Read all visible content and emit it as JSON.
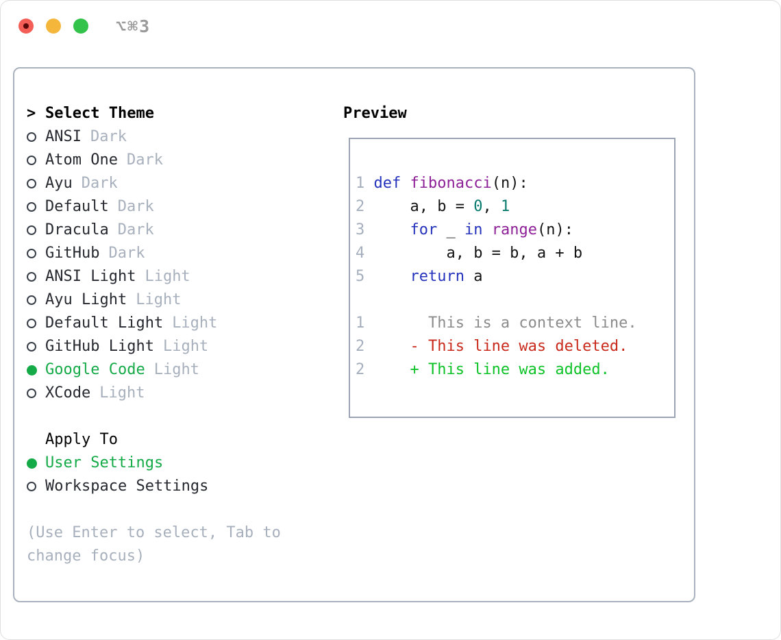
{
  "window": {
    "title": "⌥⌘3",
    "traffic_lights": [
      "close",
      "minimize",
      "zoom"
    ]
  },
  "theme_picker": {
    "header": {
      "marker": ">",
      "label": "Select Theme"
    },
    "themes": [
      {
        "name": "ANSI",
        "variant": "Dark",
        "selected": false
      },
      {
        "name": "Atom One",
        "variant": "Dark",
        "selected": false
      },
      {
        "name": "Ayu",
        "variant": "Dark",
        "selected": false
      },
      {
        "name": "Default",
        "variant": "Dark",
        "selected": false
      },
      {
        "name": "Dracula",
        "variant": "Dark",
        "selected": false
      },
      {
        "name": "GitHub",
        "variant": "Dark",
        "selected": false
      },
      {
        "name": "ANSI Light",
        "variant": "Light",
        "selected": false
      },
      {
        "name": "Ayu Light",
        "variant": "Light",
        "selected": false
      },
      {
        "name": "Default Light",
        "variant": "Light",
        "selected": false
      },
      {
        "name": "GitHub Light",
        "variant": "Light",
        "selected": false
      },
      {
        "name": "Google Code",
        "variant": "Light",
        "selected": true
      },
      {
        "name": "XCode",
        "variant": "Light",
        "selected": false
      }
    ],
    "apply_to": {
      "label": "Apply To",
      "options": [
        {
          "name": "User Settings",
          "selected": true
        },
        {
          "name": "Workspace Settings",
          "selected": false
        }
      ]
    },
    "hint": [
      "(Use Enter to select, Tab to",
      "change focus)"
    ]
  },
  "preview": {
    "label": "Preview",
    "lines": [
      {
        "num": "1",
        "tokens": [
          [
            "def",
            "keyword"
          ],
          [
            " ",
            "plain"
          ],
          [
            "fibonacci",
            "function"
          ],
          [
            "(n):",
            "plain"
          ]
        ]
      },
      {
        "num": "2",
        "tokens": [
          [
            "    a, b = ",
            "plain"
          ],
          [
            "0",
            "literal"
          ],
          [
            ", ",
            "plain"
          ],
          [
            "1",
            "literal"
          ]
        ]
      },
      {
        "num": "3",
        "tokens": [
          [
            "    ",
            "plain"
          ],
          [
            "for",
            "keyword"
          ],
          [
            " _ ",
            "plain"
          ],
          [
            "in",
            "keyword"
          ],
          [
            " ",
            "plain"
          ],
          [
            "range",
            "function"
          ],
          [
            "(n):",
            "plain"
          ]
        ]
      },
      {
        "num": "4",
        "tokens": [
          [
            "        a, b = b, a + b",
            "plain"
          ]
        ]
      },
      {
        "num": "5",
        "tokens": [
          [
            "    ",
            "plain"
          ],
          [
            "return",
            "keyword"
          ],
          [
            " a",
            "plain"
          ]
        ]
      },
      {
        "num": "",
        "tokens": []
      },
      {
        "num": "1",
        "tokens": [
          [
            "      This is a context line.",
            "context"
          ]
        ]
      },
      {
        "num": "2",
        "tokens": [
          [
            "    - This line was deleted.",
            "deleted"
          ]
        ]
      },
      {
        "num": "2",
        "tokens": [
          [
            "    + This line was added.",
            "added"
          ]
        ]
      }
    ]
  },
  "colors": {
    "accent_green": "#14aa47",
    "traffic_red": "#f45e56",
    "traffic_red_dot": "#59080a",
    "traffic_yellow": "#f5b63c",
    "traffic_green": "#33c24a",
    "title_gray": "#9a9a9a",
    "text_primary": "#25282e",
    "text_muted": "#a7b0bc",
    "panel_border": "#a9b1bf",
    "preview_border": "#9aa4b2",
    "code_keyword": "#2432bc",
    "code_function": "#8d1f97",
    "code_literal": "#077a6d",
    "code_plain": "#141414",
    "gutter": "#a4aebc",
    "diff_context": "#8b8b8b",
    "diff_deleted": "#c9291a",
    "diff_added": "#0cc226"
  }
}
